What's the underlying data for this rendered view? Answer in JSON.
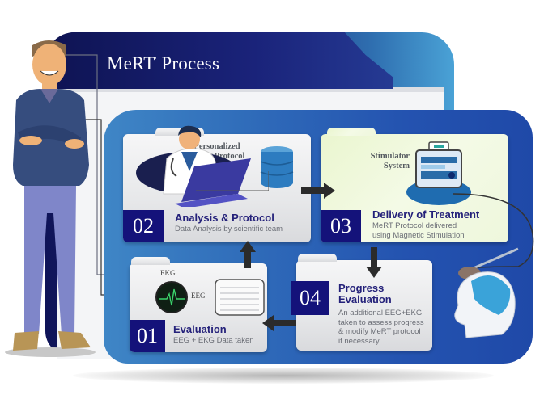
{
  "title": {
    "main": "MeRT",
    "superscript": "'",
    "rest": " Process"
  },
  "steps": [
    {
      "number": "01",
      "title": "Evaluation",
      "description": [
        "EEG + EKG Data taken"
      ],
      "labels": {
        "ekg": "EKG",
        "eeg": "EEG"
      }
    },
    {
      "number": "02",
      "title": "Analysis & Protocol",
      "description": [
        "Data Analysis by scientific team"
      ],
      "labels": {
        "protocol": [
          "Personalized",
          "MeRT Protocol"
        ]
      }
    },
    {
      "number": "03",
      "title": "Delivery of Treatment",
      "description": [
        "MeRT Protocol delivered",
        "using Magnetic Stimulation"
      ],
      "labels": {
        "device": [
          "Stimulator",
          "System"
        ]
      }
    },
    {
      "number": "04",
      "title": [
        "Progress",
        "Evaluation"
      ],
      "description": [
        "An additional EEG+EKG",
        "taken to assess progress",
        "& modify MeRT protocol",
        "if necessary"
      ]
    }
  ],
  "colors": {
    "navy": "#14127a",
    "title_bar": "#0e1352",
    "panel_blue": "#2f6bb9",
    "card_grey": "#e7e8ea",
    "card_green": "#eef7dc",
    "arrow": "#2b2b2b"
  },
  "icons": [
    "person-icon",
    "doctor-icon",
    "laptop-icon",
    "database-icon",
    "stimulator-device-icon",
    "head-brain-icon",
    "ekg-monitor-icon",
    "eeg-chart-icon"
  ]
}
